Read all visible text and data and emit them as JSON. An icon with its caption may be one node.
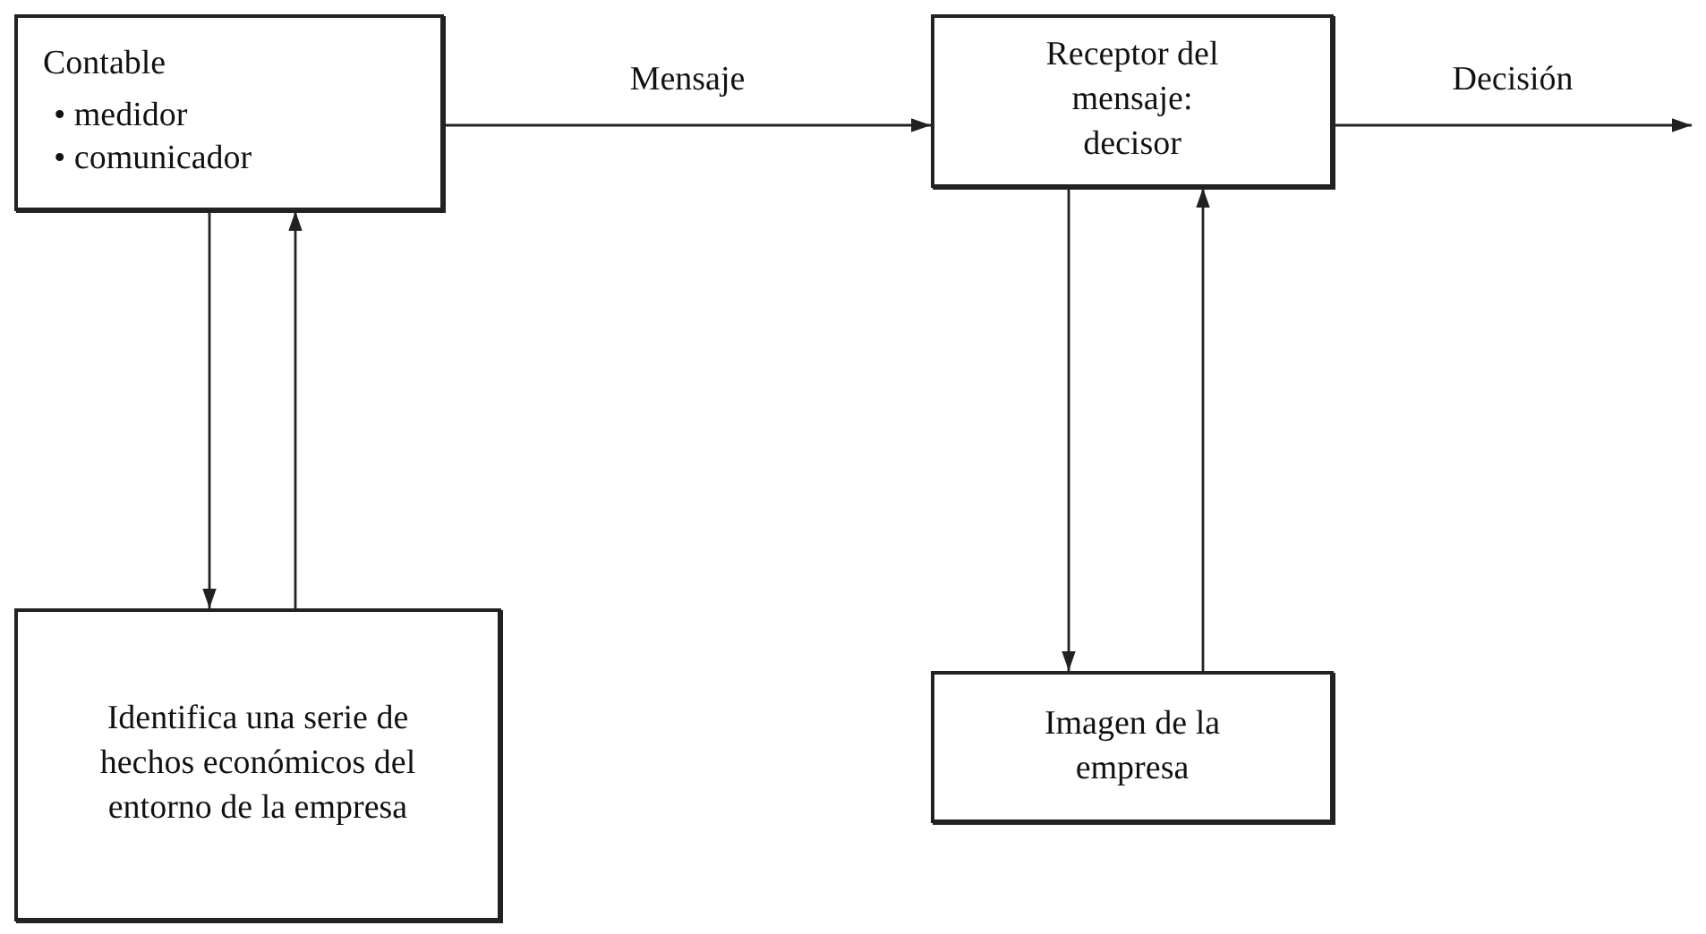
{
  "diagram": {
    "nodes": [
      {
        "text": [
          "Contable",
          "• medidor",
          "• comunicador"
        ]
      },
      {
        "text": [
          "Receptor del mensaje: decisor"
        ]
      },
      {
        "text": [
          "Identifica una serie de hechos económicos del entorno de la empresa"
        ]
      },
      {
        "text": [
          "Imagen de la empresa"
        ]
      }
    ],
    "edges": [
      {
        "from": 0,
        "to": 1,
        "arrow": "to",
        "label": "Mensaje"
      },
      {
        "from": 1,
        "to": null,
        "arrow": "to",
        "label": "Decisión"
      },
      {
        "from": 0,
        "to": 2,
        "arrow": "to"
      },
      {
        "from": 2,
        "to": 0,
        "arrow": "to"
      },
      {
        "from": 1,
        "to": 3,
        "arrow": "to"
      },
      {
        "from": 3,
        "to": 1,
        "arrow": "to"
      }
    ]
  }
}
